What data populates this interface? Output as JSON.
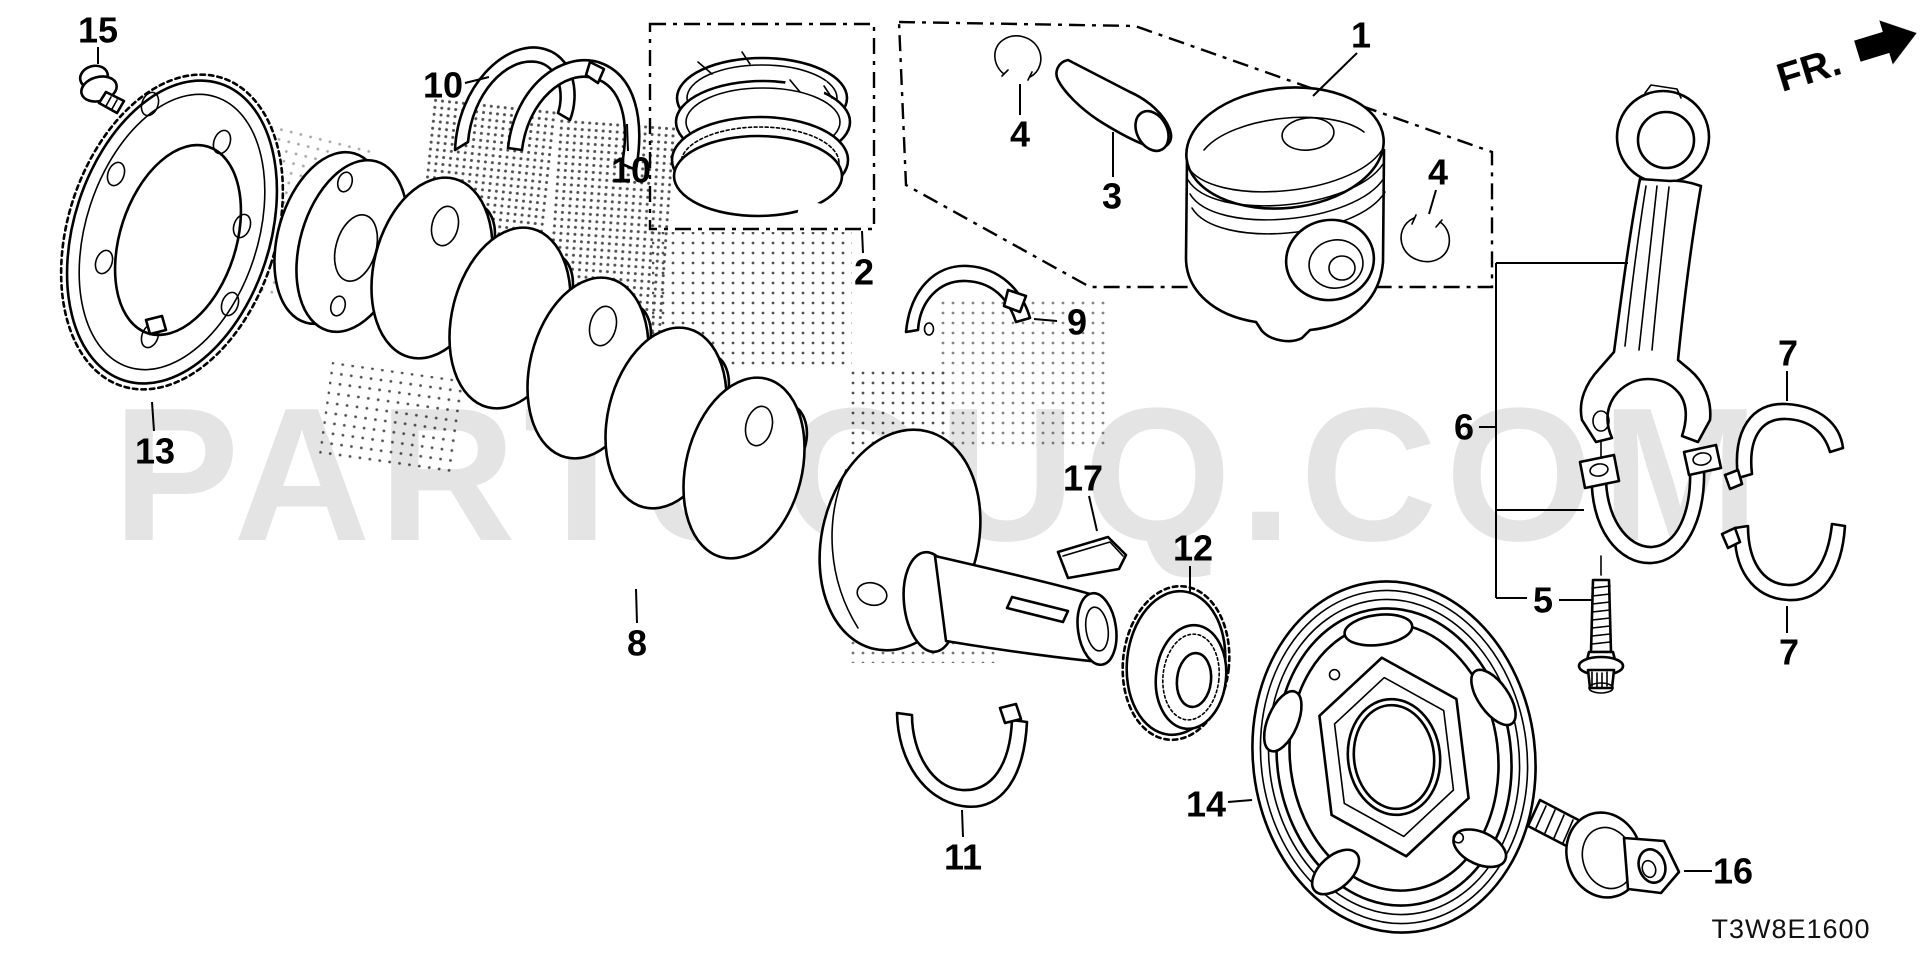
{
  "page": {
    "background": "#ffffff",
    "line_color": "#000000",
    "watermark_color": "#e4e4e4"
  },
  "watermark": {
    "text": "PARTSOUQ.COM"
  },
  "orientation": {
    "label": "FR."
  },
  "drawing_code": {
    "text": "T3W8E1600"
  },
  "callouts": {
    "piston": "1",
    "piston_ring_set": "2",
    "piston_pin": "3",
    "pin_clip_a": "4",
    "pin_clip_b": "4",
    "conrod_bolt": "5",
    "connecting_rod": "6",
    "conrod_bearing_upper": "7",
    "conrod_bearing_lower": "7",
    "crankshaft": "8",
    "main_bearing_upper": "9",
    "main_bearing_upper_a": "10",
    "main_bearing_upper_b": "10",
    "main_bearing_lower": "11",
    "timing_gear": "12",
    "drive_plate": "13",
    "crank_pulley": "14",
    "drive_plate_bolt": "15",
    "pulley_bolt": "16",
    "crankshaft_key": "17"
  }
}
